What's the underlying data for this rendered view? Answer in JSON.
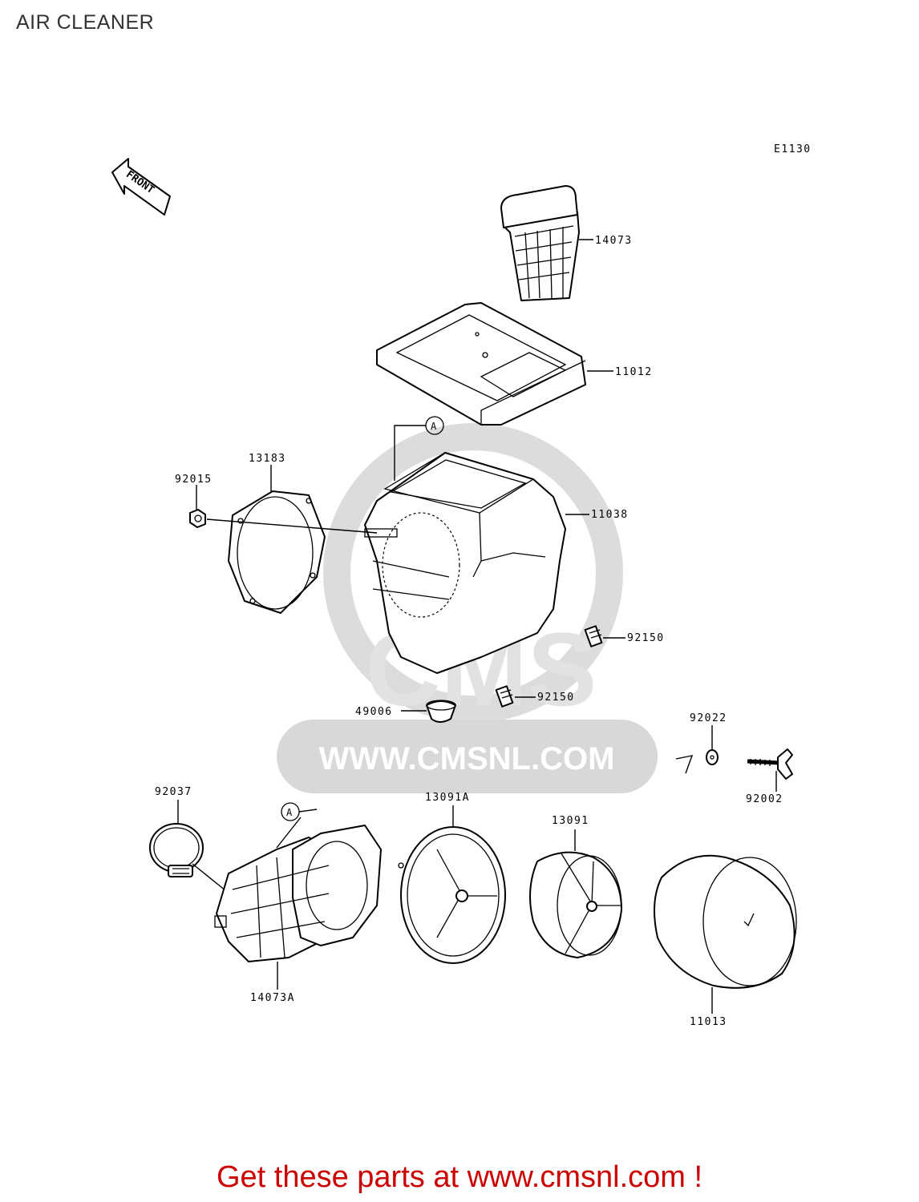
{
  "title": "AIR CLEANER",
  "diagram_code": "E1130",
  "front_marker": "FRONT",
  "ref_marker": "A",
  "watermark": "WWW.CMSNL.COM",
  "watermark_logo": "CMS",
  "parts": {
    "p14073": "14073",
    "p11012": "11012",
    "p13183": "13183",
    "p92015": "92015",
    "p11038": "11038",
    "p92150a": "92150",
    "p92150b": "92150",
    "p49006": "49006",
    "p92022": "92022",
    "p92002": "92002",
    "p92037": "92037",
    "p13091a": "13091A",
    "p13091": "13091",
    "p14073a": "14073A",
    "p11013": "11013"
  },
  "footer": "Get these parts at www.cmsnl.com !",
  "colors": {
    "footer_text": "#cc0000",
    "watermark": "#d8d8d8",
    "title_text": "#333333"
  }
}
